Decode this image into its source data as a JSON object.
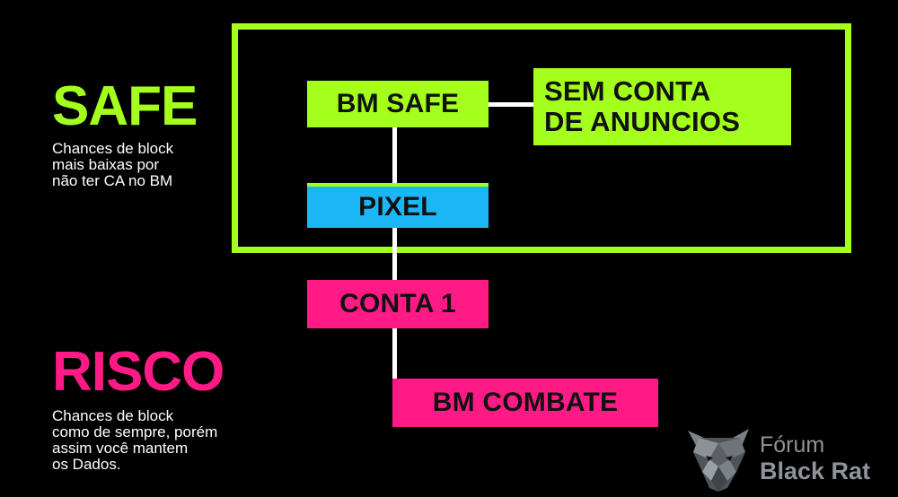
{
  "colors": {
    "background": "#000000",
    "safe_green": "#a4ff1c",
    "pixel_blue": "#1bb6f5",
    "risk_pink": "#ff1a86",
    "connector": "#ffffff",
    "logo_gray": "#8f949a"
  },
  "safe": {
    "title": "SAFE",
    "description": [
      "Chances de block",
      "mais baixas por",
      "não ter CA no BM"
    ]
  },
  "risk": {
    "title": "RISCO",
    "description": [
      "Chances de block",
      "como de sempre, porém",
      "assim você mantem",
      "os Dados."
    ]
  },
  "nodes": {
    "bm_safe": "BM SAFE",
    "sem_conta": [
      "SEM CONTA",
      "DE ANUNCIOS"
    ],
    "pixel": "PIXEL",
    "conta_1": "CONTA 1",
    "bm_combate": "BM COMBATE"
  },
  "logo": {
    "line1": "Fórum",
    "line2": "Black Rat",
    "icon": "rat-head-icon"
  }
}
